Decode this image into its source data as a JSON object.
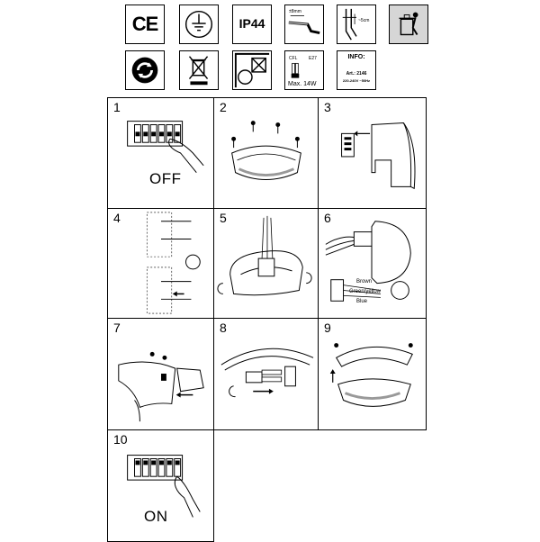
{
  "symbols": {
    "ce": "CE",
    "ip": "IP44",
    "strip_length": "±8mm",
    "cable_length": "~5cm",
    "lamp_type": "CFL",
    "lamp_base": "E27",
    "lamp_max": "Max. 14W",
    "info_title": "INFO:",
    "info_article": "Art.: 2146",
    "info_voltage": "220-240V ~50Hz"
  },
  "steps": [
    {
      "number": "1",
      "caption": "OFF"
    },
    {
      "number": "2"
    },
    {
      "number": "3"
    },
    {
      "number": "4"
    },
    {
      "number": "5"
    },
    {
      "number": "6",
      "wire_labels": [
        "Brown",
        "Green/yellow",
        "Blue"
      ]
    },
    {
      "number": "7"
    },
    {
      "number": "8"
    },
    {
      "number": "9"
    },
    {
      "number": "10",
      "caption": "ON"
    }
  ]
}
